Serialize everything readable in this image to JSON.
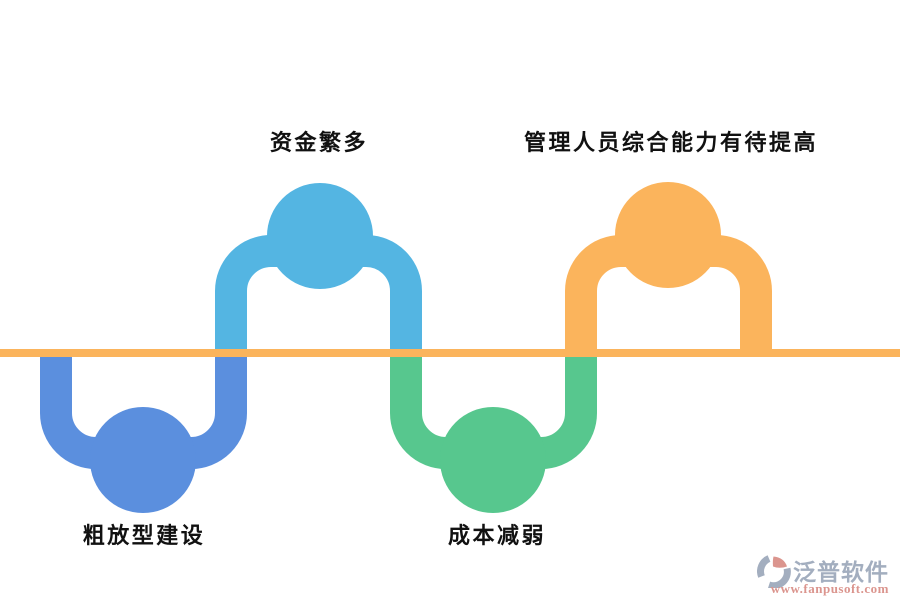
{
  "diagram": {
    "description": "wave-timeline-infographic",
    "baseline_color": "#FBB45C",
    "items": [
      {
        "label": "粗放型建设",
        "position": "below-line",
        "color": "#5B8FDE"
      },
      {
        "label": "资金繁多",
        "position": "above-line",
        "color": "#54B5E2"
      },
      {
        "label": "成本减弱",
        "position": "below-line",
        "color": "#57C78E"
      },
      {
        "label": "管理人员综合能力有待提高",
        "position": "above-line",
        "color": "#FBB45C"
      }
    ]
  },
  "colors": {
    "royal_blue": "#5B8FDE",
    "light_blue": "#54B5E2",
    "green": "#57C78E",
    "orange": "#FBB45C",
    "label_text": "#111111",
    "brand_grayblue": "#93A0B5",
    "url_salmon": "#D5837B"
  },
  "watermark": {
    "brand": "泛普软件",
    "url": "www.fanpusoft.com"
  }
}
